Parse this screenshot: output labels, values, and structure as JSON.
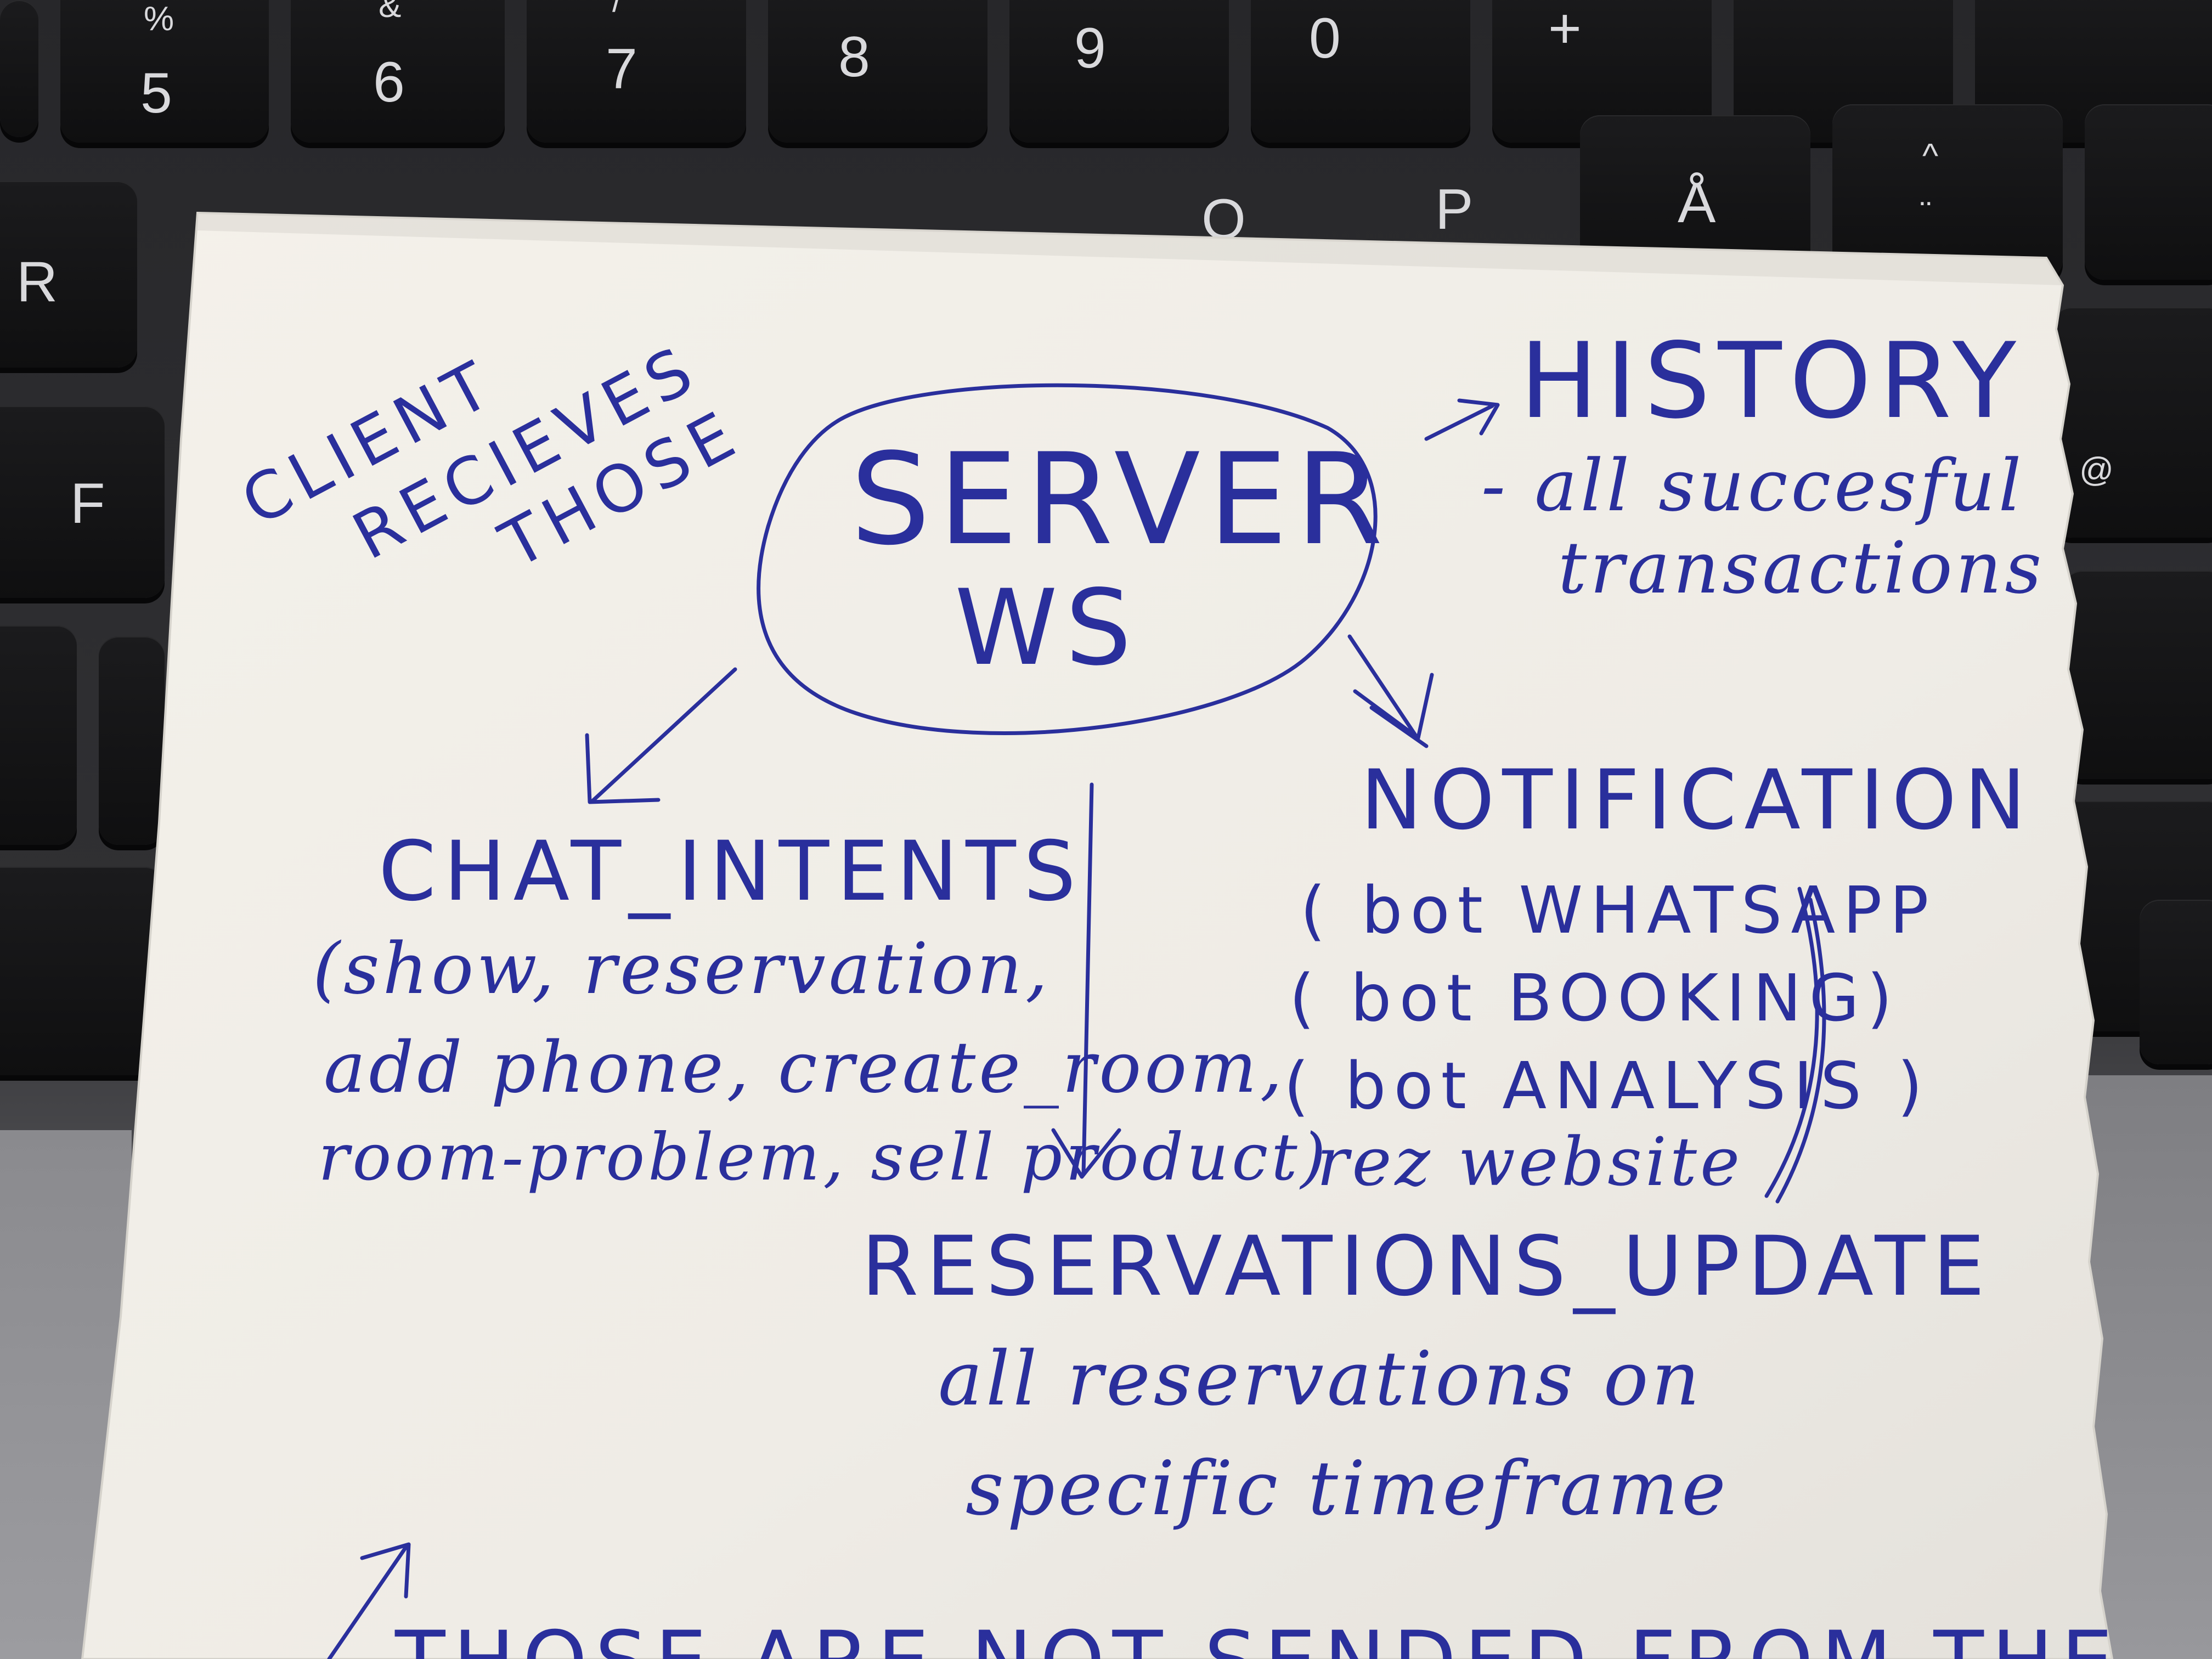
{
  "keyboard": {
    "row1": [
      "%",
      "5",
      "&",
      "6",
      "/",
      "7",
      "8",
      "9",
      "0",
      "+"
    ],
    "row2": [
      "R",
      "O",
      "P",
      "Å",
      "^",
      "¨"
    ],
    "row3": [
      "F",
      "@"
    ]
  },
  "note": {
    "client_label": [
      "CLIENT",
      "RECIEVES",
      "THOSE"
    ],
    "server": {
      "title": "SERVER",
      "subtitle": "WS"
    },
    "history": {
      "title": "HISTORY",
      "desc_line1": "- all succesful",
      "desc_line2": "transactions"
    },
    "chat_intents": {
      "title": "CHAT_INTENTS",
      "line1": "(show, reservation,",
      "line2": "add phone, create_room,",
      "line3": "room-problem, sell product)"
    },
    "notification": {
      "title": "NOTIFICATION",
      "line1": "( bot WHATSAPP",
      "line2": "( bot BOOKING)",
      "line3": "( bot ANALYSIS )",
      "line4": "rez website"
    },
    "reservations_update": {
      "title": "RESERVATIONS_UPDATE",
      "line1": "all reservations on",
      "line2": "specific timeframe"
    },
    "bottom_line": "THOSE ARE NOT SENDED FROM THE"
  }
}
